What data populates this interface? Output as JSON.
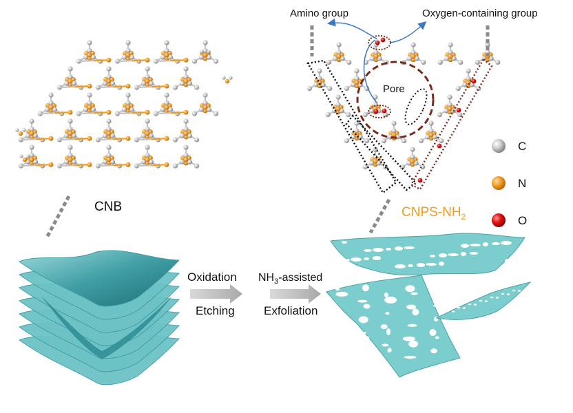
{
  "labels": {
    "amino_group": "Amino group",
    "oxygen_group": "Oxygen-containing group",
    "pore": "Pore",
    "cnb": "CNB",
    "cnps_main": "CNPS-NH",
    "cnps_sub": "2",
    "step1_top": "Oxidation",
    "step1_bottom": "Etching",
    "step2_top_main": "NH",
    "step2_top_sub": "3",
    "step2_top_rest": "-assisted",
    "step2_bottom": "Exfoliation"
  },
  "legend": [
    {
      "label": "C",
      "color": "#bdbdbd"
    },
    {
      "label": "N",
      "color": "#f39a1e"
    },
    {
      "label": "O",
      "color": "#e01010"
    }
  ],
  "colors": {
    "carbon": "#c3c3c3",
    "nitrogen": "#f29a1f",
    "oxygen": "#e01515",
    "sheet": "#7ccdce",
    "sheet_dark": "#2f8c93",
    "arrow": "#bdbdbd",
    "orange_text": "#f39a1e",
    "blue_arrow": "#3b78c4",
    "pore_circle": "#7a2a1a",
    "dotted_right": "#7a2e22"
  }
}
